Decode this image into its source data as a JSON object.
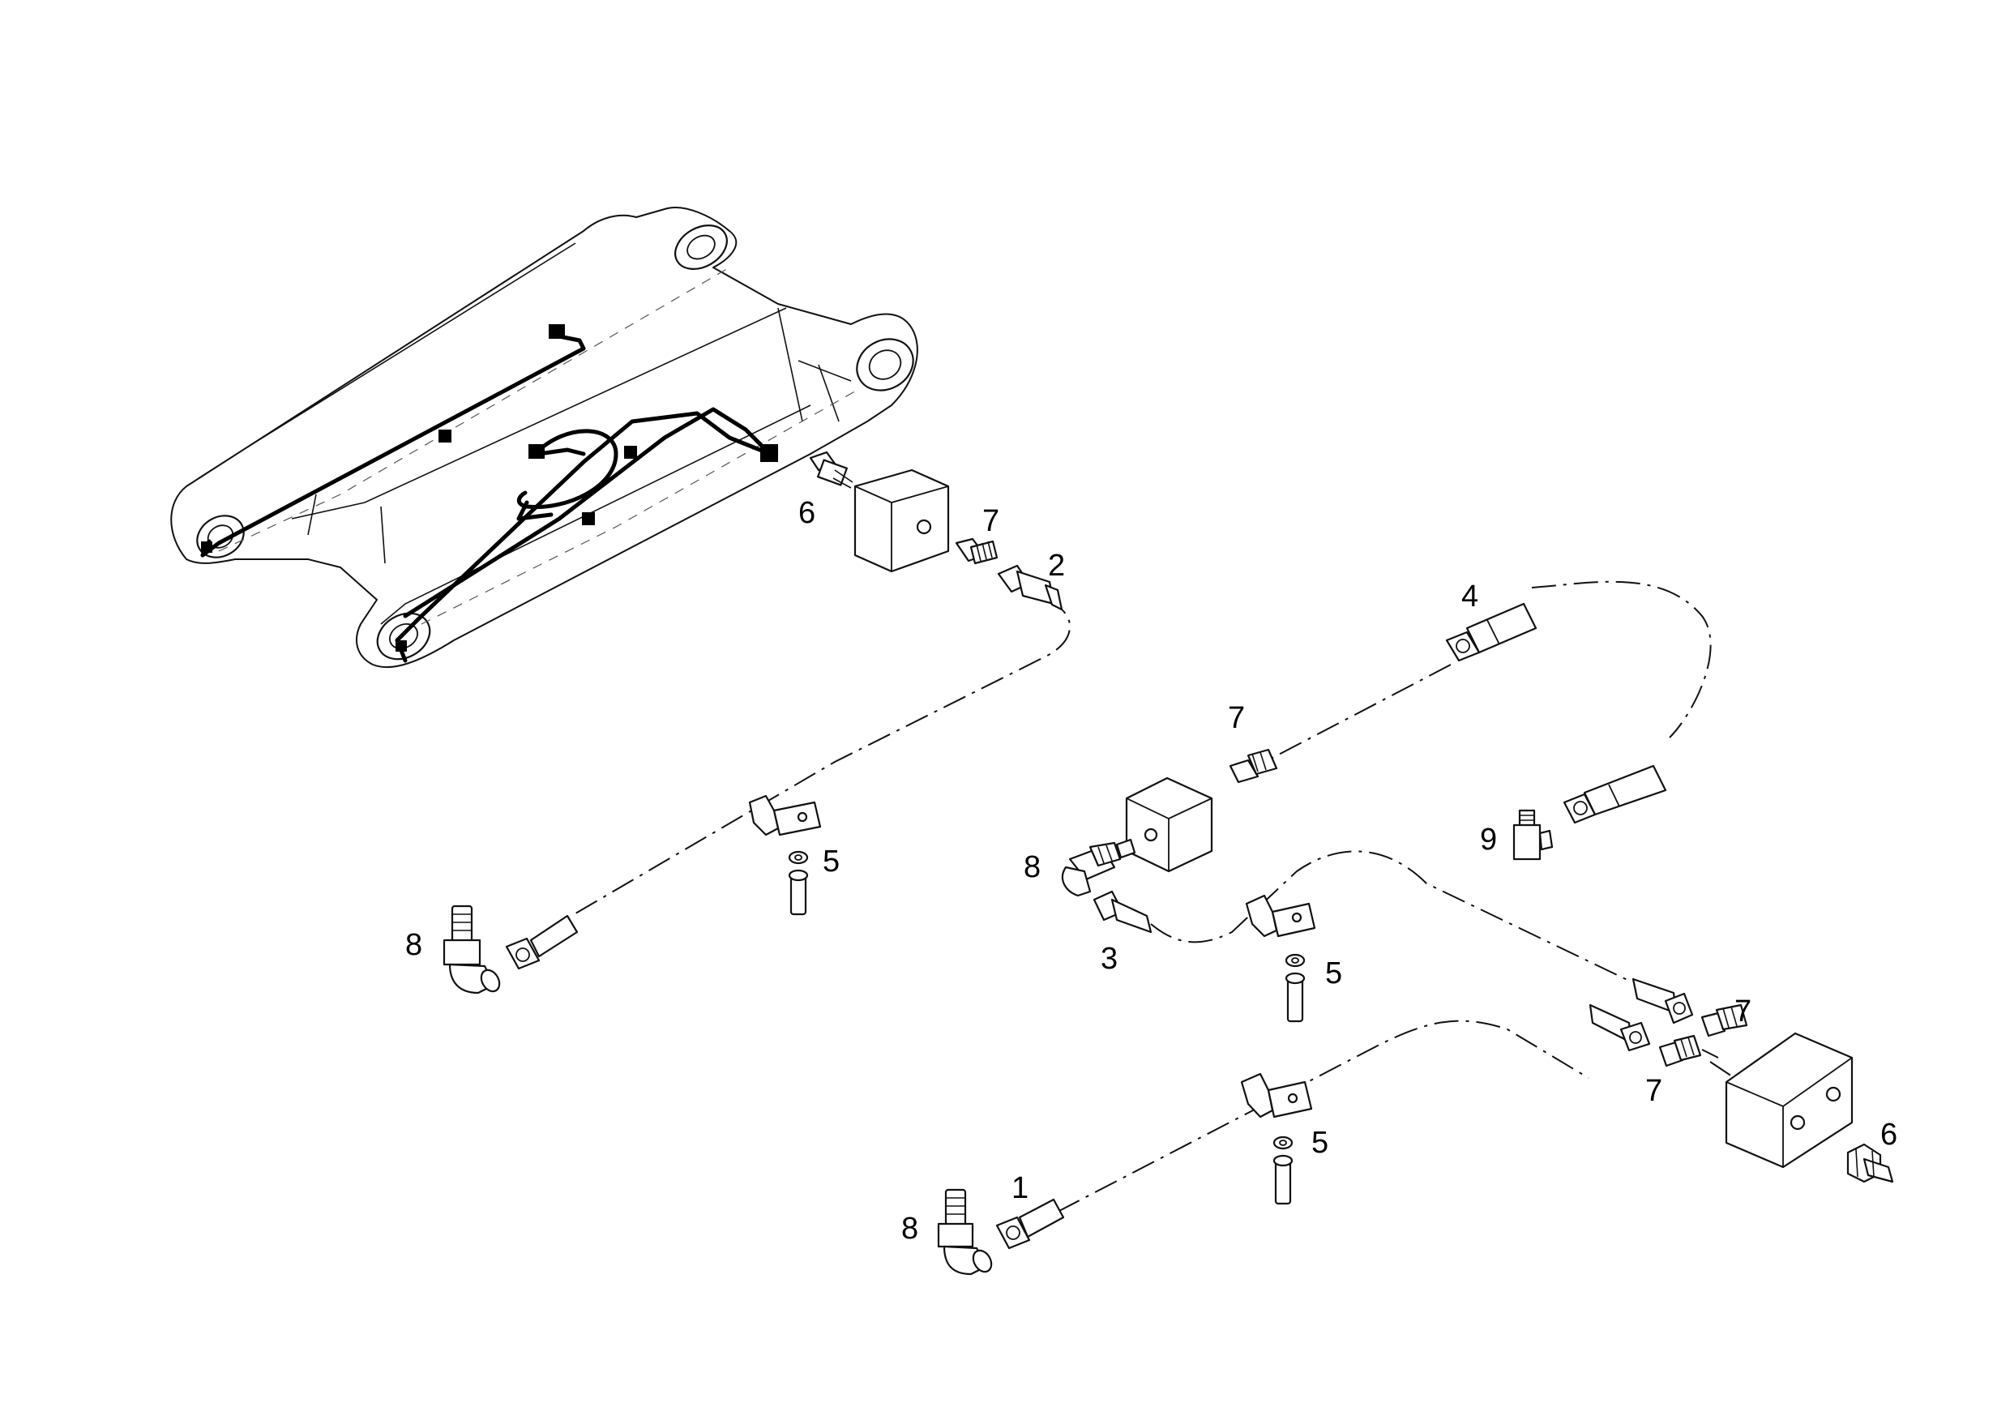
{
  "callouts": [
    {
      "id": "c2",
      "text": "2"
    },
    {
      "id": "c6a",
      "text": "6"
    },
    {
      "id": "c7a",
      "text": "7"
    },
    {
      "id": "c4",
      "text": "4"
    },
    {
      "id": "c7b",
      "text": "7"
    },
    {
      "id": "c9",
      "text": "9"
    },
    {
      "id": "c8b",
      "text": "8"
    },
    {
      "id": "c3",
      "text": "3"
    },
    {
      "id": "c5b",
      "text": "5"
    },
    {
      "id": "c5a",
      "text": "5"
    },
    {
      "id": "c8a",
      "text": "8"
    },
    {
      "id": "c7c",
      "text": "7"
    },
    {
      "id": "c7d",
      "text": "7"
    },
    {
      "id": "c6b",
      "text": "6"
    },
    {
      "id": "c5c",
      "text": "5"
    },
    {
      "id": "c1",
      "text": "1"
    },
    {
      "id": "c8c",
      "text": "8"
    }
  ]
}
